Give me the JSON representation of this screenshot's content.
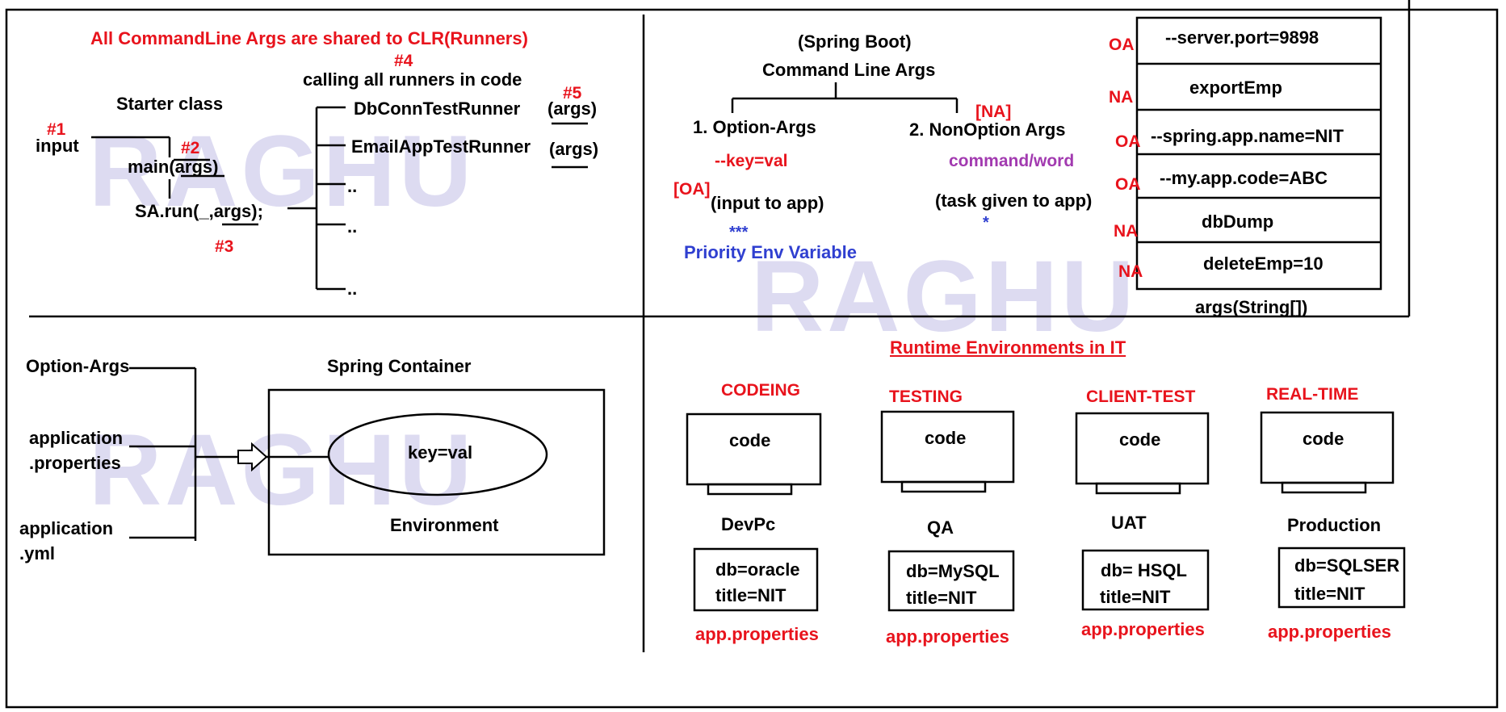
{
  "colors": {
    "red": "#e8131c",
    "blue": "#2f3fd0",
    "purple": "#a23ab0",
    "watermark": "#c9c6ea"
  },
  "watermark": "RAGHU",
  "runners_panel": {
    "heading": "All CommandLine Args are shared to CLR(Runners)",
    "step1": "#1",
    "step2": "#2",
    "step3": "#3",
    "step4": "#4",
    "step5": "#5",
    "calling_note": "calling all runners in code",
    "starter_class": "Starter class",
    "input": "input",
    "main_call": "main(args)",
    "run_call": "SA.run(_,args);",
    "runners": [
      "DbConnTestRunner",
      "EmailAppTestRunner",
      "..",
      "..",
      ".."
    ],
    "args_labels": [
      "(args)",
      "(args)"
    ]
  },
  "cmdline_panel": {
    "title_line1": "(Spring Boot)",
    "title_line2": "Command Line Args",
    "option_args": "1. Option-Args",
    "nonoption_args": "2. NonOption Args",
    "na_tag": "[NA]",
    "oa_tag": "[OA]",
    "key_val": "--key=val",
    "command_word": "command/word",
    "input_to_app": "(input to app)",
    "task_given": "(task given to app)",
    "stars": "***",
    "priority": "Priority Env Variable",
    "single_star": "*",
    "args_array_label": "args(String[])",
    "args_rows": [
      {
        "tag": "OA",
        "value": "--server.port=9898"
      },
      {
        "tag": "NA",
        "value": "exportEmp"
      },
      {
        "tag": "OA",
        "value": "--spring.app.name=NIT"
      },
      {
        "tag": "OA",
        "value": "--my.app.code=ABC"
      },
      {
        "tag": "NA",
        "value": "dbDump"
      },
      {
        "tag": "NA",
        "value": "deleteEmp=10"
      }
    ]
  },
  "container_panel": {
    "sources": [
      "Option-Args",
      "application",
      ".properties",
      "application",
      ".yml"
    ],
    "title": "Spring Container",
    "ellipse_text": "key=val",
    "env_label": "Environment"
  },
  "runtime_panel": {
    "title": "Runtime Environments in IT",
    "envs": [
      {
        "label": "CODEING",
        "screen": "code",
        "machine": "DevPc",
        "db": "db=oracle",
        "titlev": "title=NIT",
        "file": "app.properties"
      },
      {
        "label": "TESTING",
        "screen": "code",
        "machine": "QA",
        "db": "db=MySQL",
        "titlev": "title=NIT",
        "file": "app.properties"
      },
      {
        "label": "CLIENT-TEST",
        "screen": "code",
        "machine": "UAT",
        "db": "db= HSQL",
        "titlev": "title=NIT",
        "file": "app.properties"
      },
      {
        "label": "REAL-TIME",
        "screen": "code",
        "machine": "Production",
        "db": "db=SQLSER",
        "titlev": "title=NIT",
        "file": "app.properties"
      }
    ]
  }
}
